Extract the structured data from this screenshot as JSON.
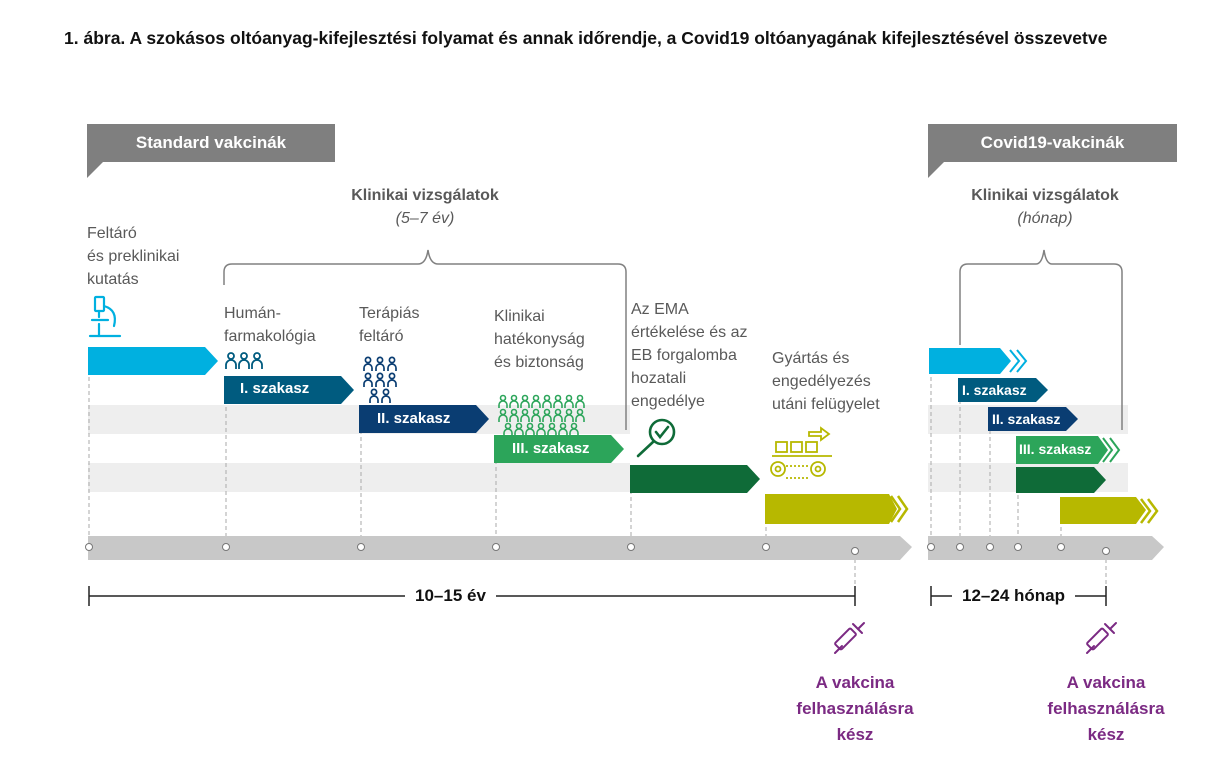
{
  "figure": {
    "title": "1. ábra. A szokásos oltóanyag-kifejlesztési folyamat és annak időrendje, a Covid19 oltóanyagának kifejlesztésével összevetve"
  },
  "standard": {
    "tag": "Standard vakcinák",
    "clinical_title": "Klinikai vizsgálatok",
    "clinical_duration": "(5–7 év)",
    "steps": {
      "research": "Feltáró\nés preklinikai\nkutatás",
      "phase1": "Humán-\nfarmakológia",
      "phase2": "Terápiás\nfeltáró",
      "phase3": "Klinikai\nhatékonyság\nés biztonság",
      "ema": "Az EMA\nértékelése és az\nEB forgalomba\nhozatali\nengedélye",
      "manufacturing": "Gyártás és\nengedélyezés\nutáni felügyelet"
    },
    "phases": {
      "phase1": "I. szakasz",
      "phase2": "II. szakasz",
      "phase3": "III. szakasz"
    },
    "span_label": "10–15 év",
    "ready_label": "A vakcina\nfelhasználásra\nkész"
  },
  "covid": {
    "tag": "Covid19-vakcinák",
    "clinical_title": "Klinikai vizsgálatok",
    "clinical_duration": "(hónap)",
    "phases": {
      "phase1": "I. szakasz",
      "phase2": "II. szakasz",
      "phase3": "III. szakasz"
    },
    "span_label": "12–24 hónap",
    "ready_label": "A vakcina\nfelhasználásra\nkész"
  },
  "colors": {
    "research": "#00b0e0",
    "phase1": "#005b7f",
    "phase2": "#0a3d72",
    "phase3": "#2ca55a",
    "ema": "#0f6b38",
    "manufacturing": "#b7b800",
    "tag_bg": "#7f7f7f",
    "ready_text": "#7b2a83",
    "timeline": "#c8c8c8",
    "band": "#eeeeee"
  },
  "icons": {
    "research": "microscope-icon",
    "phase1": "people-icon",
    "phase2": "people-group-icon",
    "phase3": "crowd-icon",
    "ema": "magnifier-check-icon",
    "manufacturing": "conveyor-icon",
    "ready": "syringe-icon"
  }
}
